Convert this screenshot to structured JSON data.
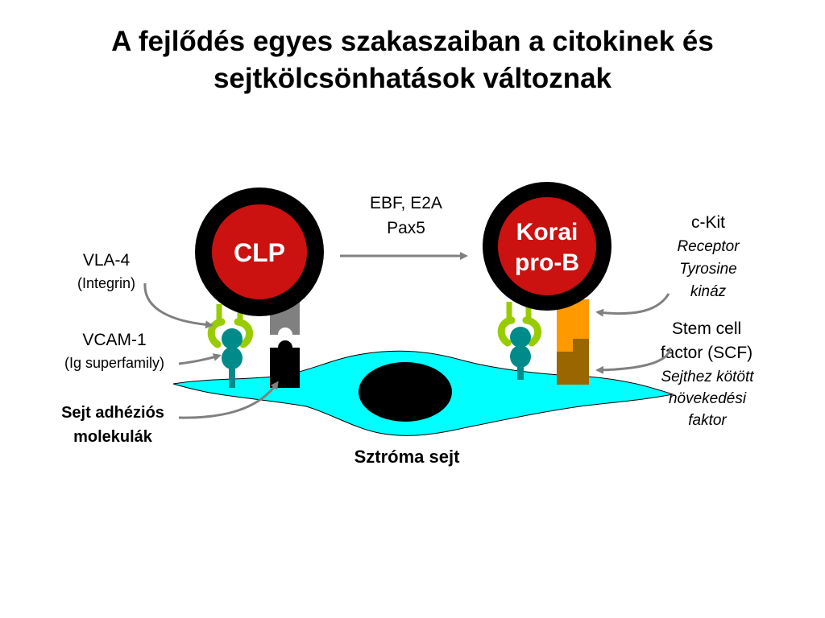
{
  "slide": {
    "title_line_1": "A fejlődés egyes szakaszaiban a citokinek és",
    "title_line_2": "sejtkölcsönhatások változnak"
  },
  "cells": {
    "clp_label": "CLP",
    "pro_b_label_1": "Korai",
    "pro_b_label_2": "pro-B"
  },
  "transition": {
    "line_1": "EBF, E2A",
    "line_2": "Pax5"
  },
  "labels": {
    "vla4": "VLA-4",
    "vla4_sub": "(Integrin)",
    "vcam1": "VCAM-1",
    "vcam1_sub": "(Ig superfamily)",
    "adhesion_1": "Sejt adhéziós",
    "adhesion_2": "molekulák",
    "ckit": "c-Kit",
    "ckit_sub_1": "Receptor",
    "ckit_sub_2": "Tyrosine",
    "ckit_sub_3": "kináz",
    "scf_1": "Stem cell",
    "scf_2": "factor (SCF)",
    "scf_sub_1": "Sejthez kötött",
    "scf_sub_2": "növekedési",
    "scf_sub_3": "faktor",
    "stroma": "Sztróma sejt"
  },
  "colors": {
    "cell_outer": "#000000",
    "cell_inner": "#cc1111",
    "stroma": "#00ffff",
    "vla4": "#99cc00",
    "vcam1": "#008b8b",
    "ckit": "#ff9900",
    "scf": "#996600",
    "adhesion_gray": "#808080",
    "arrow": "#808080"
  }
}
